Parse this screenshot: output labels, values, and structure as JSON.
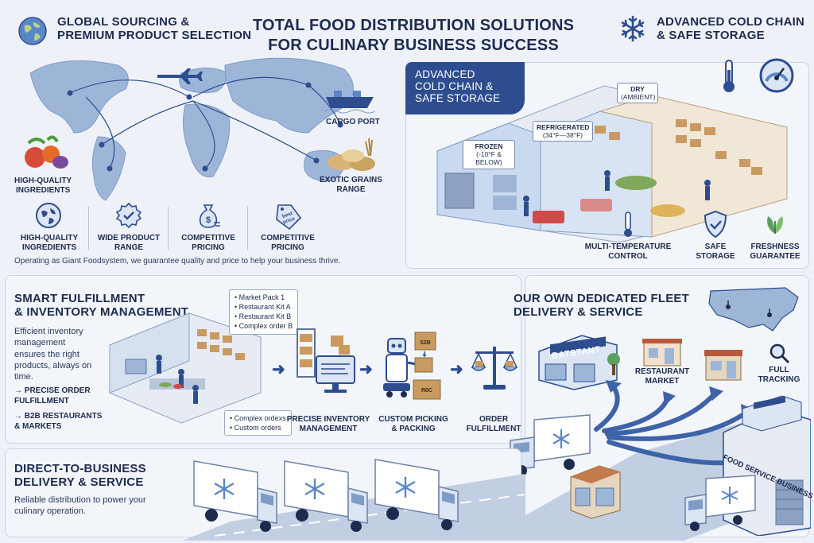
{
  "header": {
    "title_line1": "Total Food Distribution Solutions",
    "title_line2": "for Culinary Business Success"
  },
  "sourcing": {
    "heading_line1": "Global Sourcing &",
    "heading_line2": "Premium Product Selection",
    "cargo_port": "Cargo Port",
    "exotic_line1": "Exotic Grains",
    "exotic_line2": "Range",
    "quality_line1": "High-Quality",
    "quality_line2": "Ingredients",
    "badges": [
      {
        "line1": "High-Quality",
        "line2": "Ingredients",
        "icon": "globe-icon"
      },
      {
        "line1": "Wide Product",
        "line2": "Range",
        "icon": "badge-check-icon"
      },
      {
        "line1": "Competitive",
        "line2": "Pricing",
        "icon": "money-bag-icon"
      },
      {
        "line1": "Competitive",
        "line2": "Pricing",
        "icon": "price-tag-icon"
      }
    ],
    "price_tag_text_1": "best",
    "price_tag_text_2": "price",
    "footer": "Operating as Giant Foodsystem, we guarantee quality and price to help your business thrive."
  },
  "cold_chain": {
    "corner_heading_line1": "Advanced Cold Chain",
    "corner_heading_line2": "& Safe Storage",
    "banner_line1": "Advanced",
    "banner_line2": "Cold Chain &",
    "banner_line3": "Safe Storage",
    "zones": [
      {
        "name": "Frozen",
        "temp": "(-10°F & below)"
      },
      {
        "name": "Refrigerated",
        "temp": "(34°F—38°F)"
      },
      {
        "name": "Dry",
        "temp": "(Ambient)"
      }
    ],
    "features": [
      {
        "line1": "Multi-Temperature",
        "line2": "Control",
        "icon": "thermometer-icon"
      },
      {
        "line1": "Safe",
        "line2": "Storage",
        "icon": "shield-check-icon"
      },
      {
        "line1": "Freshness",
        "line2": "Guarantee",
        "icon": "leaf-icon"
      }
    ]
  },
  "fulfillment": {
    "heading_line1": "Smart Fulfillment",
    "heading_line2": "& Inventory Management",
    "description": "Efficient inventory management ensures the right products, always on time.",
    "bullets": [
      {
        "line1": "→ Precise Order",
        "line2": "Fulfillment"
      },
      {
        "line1": "→ B2B Restaurants",
        "line2": "& Markets"
      }
    ],
    "kit_list": [
      "• Market Pack 1",
      "• Restaurant Kit A",
      "• Restaurant Kit B",
      "• Complex order B"
    ],
    "order_list": [
      "• Complex ordexs",
      "• Custom orders"
    ],
    "box_label_1": "S2B",
    "box_label_2": "R0C",
    "steps": [
      {
        "line1": "Precise Inventory",
        "line2": "Management"
      },
      {
        "line1": "Custom Picking",
        "line2": "& Packing"
      },
      {
        "line1": "Order",
        "line2": "Fulfillment"
      }
    ]
  },
  "fleet": {
    "heading_line1": "Our Own Dedicated Fleet",
    "heading_line2": "Delivery & Service",
    "store_sign": "BATSTANT",
    "restaurant_line1": "Restaurant",
    "restaurant_line2": "Market",
    "tracking_line1": "Full",
    "tracking_line2": "Tracking",
    "food_service": "Food Service Business"
  },
  "direct": {
    "heading_line1": "Direct-to-Business",
    "heading_line2": "Delivery & Service",
    "description": "Reliable distribution to power your culinary operation."
  },
  "colors": {
    "navy": "#1d2b4f",
    "accent": "#2d4d8f",
    "light_blue": "#dbe5f3",
    "panel": "#f7f9fc"
  }
}
